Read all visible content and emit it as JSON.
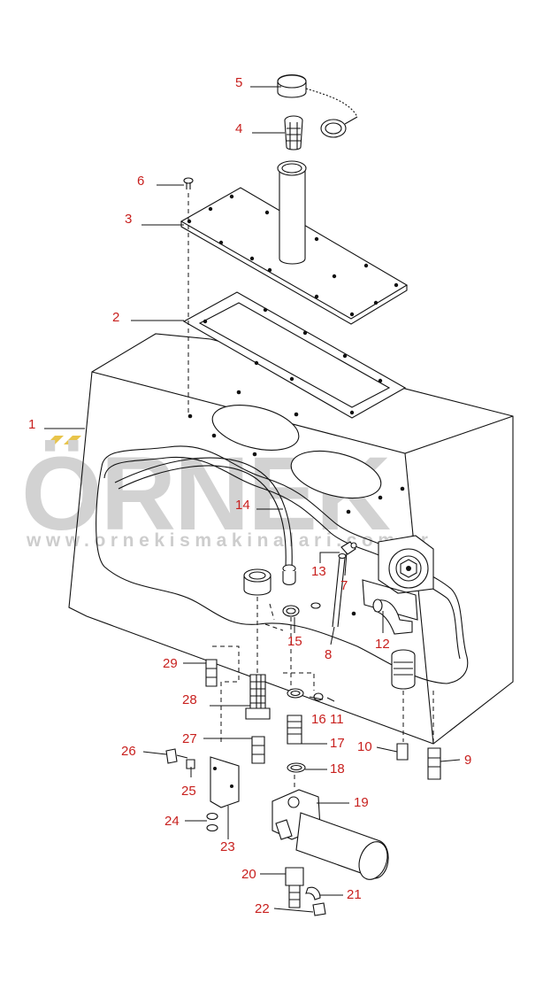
{
  "watermark": {
    "brand": "ÖRNEK",
    "url": "www.ornekismakinalari.com.tr"
  },
  "colors": {
    "callout": "#c8201e",
    "watermark": "#d2d2d2",
    "accent": "#e8c44a",
    "line": "#111111"
  },
  "parts": [
    {
      "id": "p1",
      "label": "1"
    },
    {
      "id": "p2",
      "label": "2"
    },
    {
      "id": "p3",
      "label": "3"
    },
    {
      "id": "p4",
      "label": "4"
    },
    {
      "id": "p5",
      "label": "5"
    },
    {
      "id": "p6",
      "label": "6"
    },
    {
      "id": "p7",
      "label": "7"
    },
    {
      "id": "p8",
      "label": "8"
    },
    {
      "id": "p9",
      "label": "9"
    },
    {
      "id": "p10",
      "label": "10"
    },
    {
      "id": "p11",
      "label": "11"
    },
    {
      "id": "p12",
      "label": "12"
    },
    {
      "id": "p13",
      "label": "13"
    },
    {
      "id": "p14",
      "label": "14"
    },
    {
      "id": "p15",
      "label": "15"
    },
    {
      "id": "p16",
      "label": "16"
    },
    {
      "id": "p17",
      "label": "17"
    },
    {
      "id": "p18",
      "label": "18"
    },
    {
      "id": "p19",
      "label": "19"
    },
    {
      "id": "p20",
      "label": "20"
    },
    {
      "id": "p21",
      "label": "21"
    },
    {
      "id": "p22",
      "label": "22"
    },
    {
      "id": "p23",
      "label": "23"
    },
    {
      "id": "p24",
      "label": "24"
    },
    {
      "id": "p25",
      "label": "25"
    },
    {
      "id": "p26",
      "label": "26"
    },
    {
      "id": "p27",
      "label": "27"
    },
    {
      "id": "p28",
      "label": "28"
    },
    {
      "id": "p29",
      "label": "29"
    }
  ]
}
